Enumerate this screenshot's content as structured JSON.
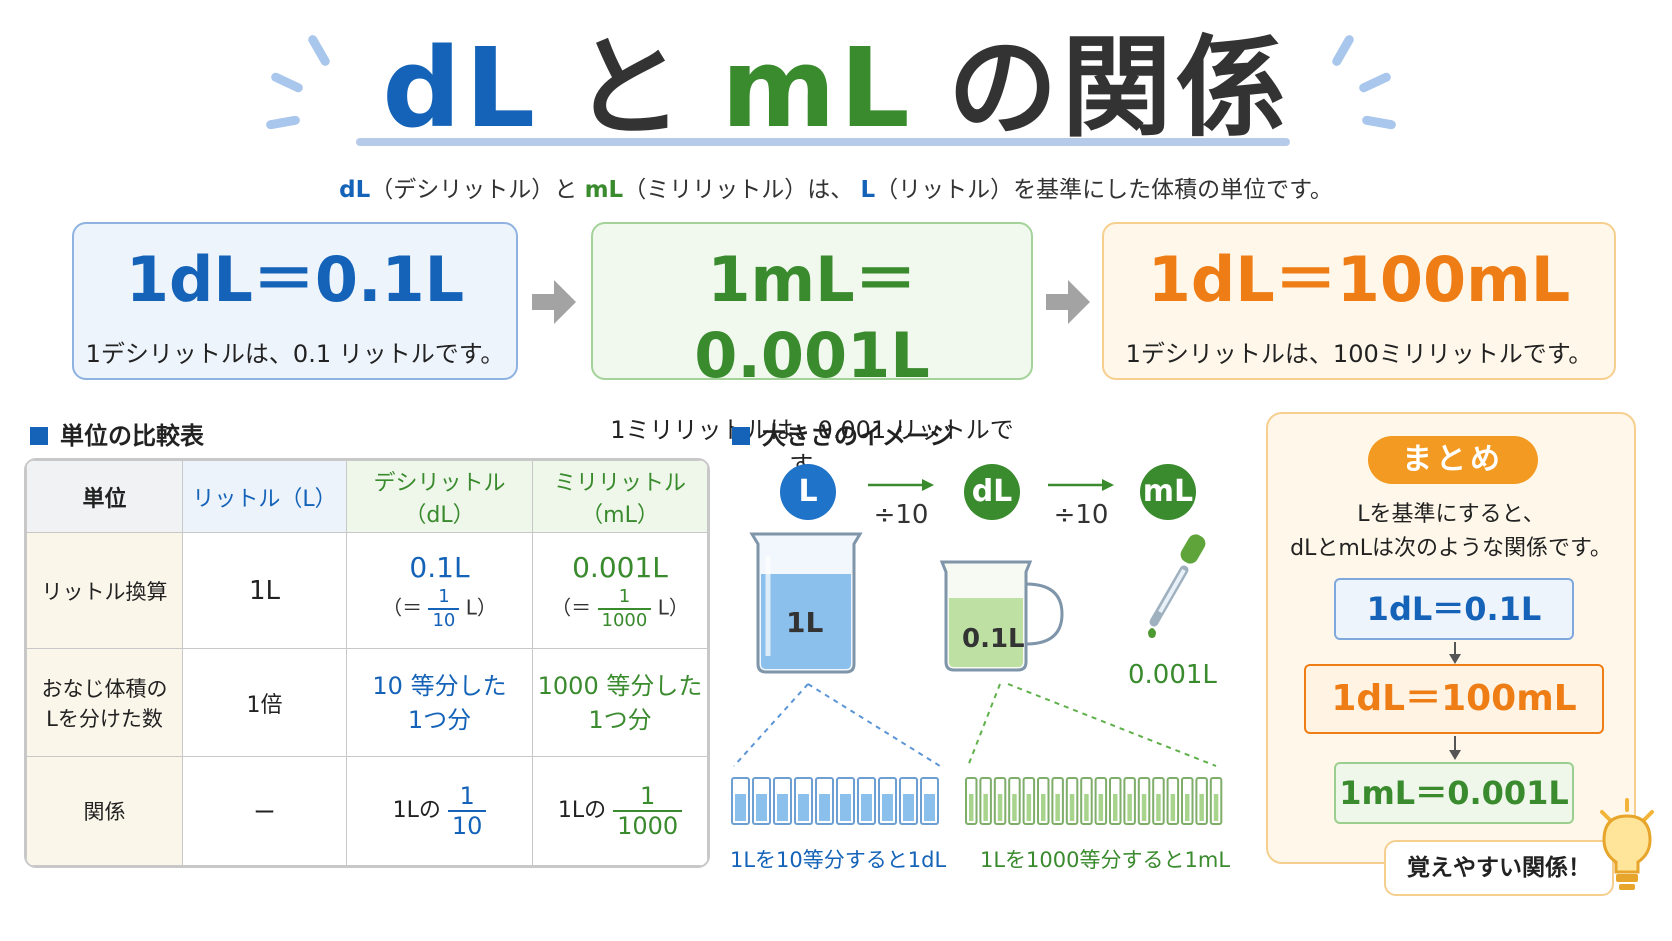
{
  "title": {
    "dl": "dL",
    "to": "と",
    "ml": "mL",
    "rest": "の関係"
  },
  "subtitle": {
    "dl": "dL",
    "dl_reading": "（デシリットル）と",
    "ml": "mL",
    "ml_reading": "（ミリリットル）は、",
    "l": "L",
    "l_reading": "（リットル）を基準にした体積の単位です。"
  },
  "top_boxes": [
    {
      "equation": "1dL＝0.1L",
      "caption": "1デシリットルは、0.1 リットルです。",
      "color": "#1463b8"
    },
    {
      "equation": "1mL＝0.001L",
      "caption": "1ミリリットルは、0.001 リットルです。",
      "color": "#3a8a2e"
    },
    {
      "equation": "1dL＝100mL",
      "caption": "1デシリットルは、100ミリリットルです。",
      "color": "#ef7d16"
    }
  ],
  "table_section": {
    "heading": "単位の比較表",
    "headers": [
      "単位",
      "リットル（L）",
      "デシリットル（dL）",
      "ミリリットル（mL）"
    ],
    "row1": {
      "label": "リットル換算",
      "l": "1L",
      "dl_value": "0.1L",
      "dl_paren_open": "（＝",
      "dl_num": "1",
      "dl_den": "10",
      "dl_paren_close": "L）",
      "ml_value": "0.001L",
      "ml_paren_open": "（＝",
      "ml_num": "1",
      "ml_den": "1000",
      "ml_paren_close": "L）"
    },
    "row2": {
      "label_line1": "おなじ体積の",
      "label_line2": "Lを分けた数",
      "l": "1倍",
      "dl_line1": "10 等分した",
      "dl_line2": "1つ分",
      "ml_line1": "1000 等分した",
      "ml_line2": "1つ分"
    },
    "row3": {
      "label": "関係",
      "l": "ー",
      "dl_prefix": "1Lの",
      "dl_num": "1",
      "dl_den": "10",
      "ml_prefix": "1Lの",
      "ml_num": "1",
      "ml_den": "1000"
    }
  },
  "image_section": {
    "heading": "大きさのイメージ",
    "units": [
      "L",
      "dL",
      "mL"
    ],
    "divide_labels": [
      "÷10",
      "÷10"
    ],
    "beaker_label": "1L",
    "cup_label": "0.1L",
    "dropper_label": "0.001L",
    "caption_left": "1Lを10等分すると1dL",
    "caption_right": "1Lを1000等分すると1mL",
    "colors": {
      "blue": "#1463b8",
      "green": "#3a8a2e"
    }
  },
  "summary": {
    "pill": "まとめ",
    "text_line1": "Lを基準にすると、",
    "text_line2": "dLとmLは次のような関係です。",
    "box1": "1dL＝0.1L",
    "box2": "1dL＝100mL",
    "box3": "1mL＝0.001L",
    "bubble": "覚えやすい関係！",
    "accent": "#f39a22"
  }
}
